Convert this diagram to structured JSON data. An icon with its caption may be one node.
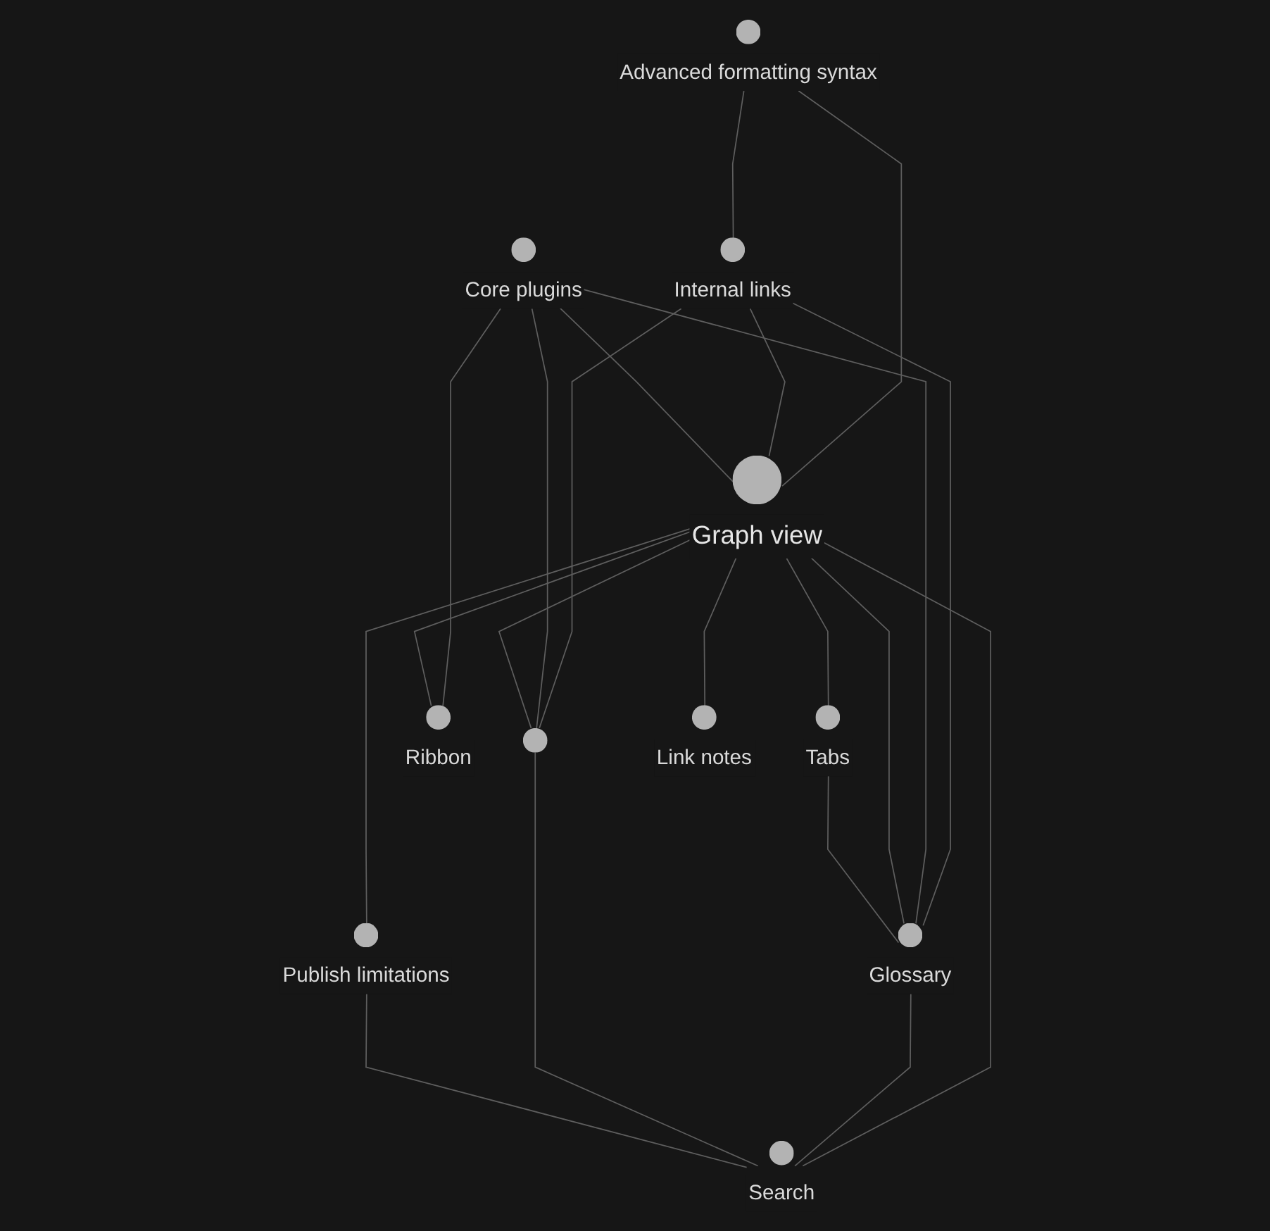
{
  "diagram": {
    "nodes": [
      {
        "text": [
          "Advanced formatting syntax"
        ]
      },
      {
        "text": [
          "Internal links"
        ]
      },
      {
        "text": [
          "Core plugins"
        ]
      },
      {
        "text": [
          "Graph view"
        ]
      },
      {
        "text": [
          "Tabs"
        ]
      },
      {
        "text": [
          "Glossary"
        ]
      },
      {
        "text": [
          "Ribbon"
        ]
      },
      {
        "text": [],
        "shape": "circle"
      },
      {
        "text": [
          "Publish limitations"
        ]
      },
      {
        "text": [
          "Link notes"
        ]
      },
      {
        "text": [
          "Search"
        ]
      }
    ],
    "edges": [
      {
        "from": 0,
        "to": 1,
        "arrow": "none"
      },
      {
        "from": 0,
        "to": 3,
        "arrow": "none"
      },
      {
        "from": 1,
        "to": 3,
        "arrow": "none"
      },
      {
        "from": 1,
        "to": 5,
        "arrow": "none"
      },
      {
        "from": 1,
        "to": 7,
        "arrow": "none"
      },
      {
        "from": 2,
        "to": 3,
        "arrow": "none"
      },
      {
        "from": 2,
        "to": 5,
        "arrow": "none"
      },
      {
        "from": 2,
        "to": 6,
        "arrow": "none"
      },
      {
        "from": 2,
        "to": 7,
        "arrow": "none"
      },
      {
        "from": 3,
        "to": 4,
        "arrow": "none"
      },
      {
        "from": 3,
        "to": 5,
        "arrow": "none"
      },
      {
        "from": 3,
        "to": 6,
        "arrow": "none"
      },
      {
        "from": 3,
        "to": 7,
        "arrow": "none"
      },
      {
        "from": 3,
        "to": 8,
        "arrow": "none"
      },
      {
        "from": 3,
        "to": 9,
        "arrow": "none"
      },
      {
        "from": 3,
        "to": 10,
        "arrow": "none"
      },
      {
        "from": 4,
        "to": 5,
        "arrow": "none"
      },
      {
        "from": 5,
        "to": 10,
        "arrow": "none"
      },
      {
        "from": 7,
        "to": 10,
        "arrow": "none"
      },
      {
        "from": 8,
        "to": 10,
        "arrow": "none"
      }
    ]
  }
}
